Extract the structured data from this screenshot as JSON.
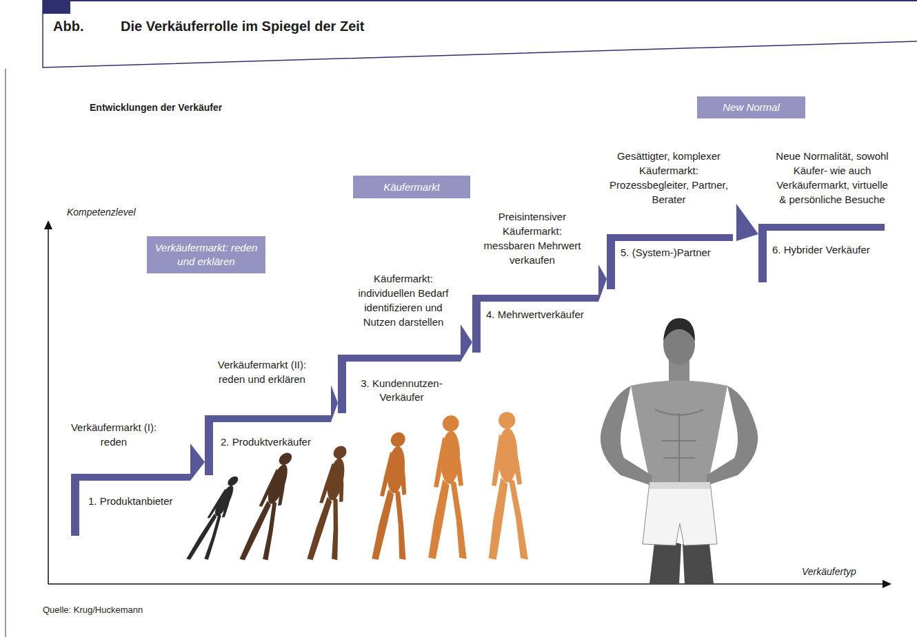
{
  "diagram": {
    "title": "Die Verkäuferrolle im Spiegel der Zeit",
    "caption": "Quelle: Krug/Huckemann",
    "nodes": [
      {
        "text": [
          "Verkäufermarkt (I): reden",
          "1. Produktanbieter"
        ]
      },
      {
        "text": [
          "Verkäufermarkt (II): reden und erklären",
          "2. Produktverkäufer"
        ]
      },
      {
        "text": [
          "Käufermarkt: individuellen Bedarf identifizieren und Nutzen darstellen",
          "3. Kundennutzen-Verkäufer"
        ]
      },
      {
        "text": [
          "Preisintensiver Käufermarkt: messbaren Mehrwert verkaufen",
          "4. Mehrwertverkäufer"
        ]
      },
      {
        "text": [
          "Gesättigter, komplexer Käufermarkt: Prozessbegleiter, Partner, Berater",
          "5. (System-)Partner"
        ]
      },
      {
        "text": [
          "Neue Normalität, sowohl Käufer- wie auch Verkäufermarkt, virtuelle & persönliche Besuche",
          "6. Hybrider Verkäufer"
        ]
      },
      {
        "text": [
          "Verkäufermarkt: reden und erklären"
        ]
      },
      {
        "text": [
          "Käufermarkt"
        ]
      },
      {
        "text": [
          "New Normal"
        ]
      }
    ],
    "edges": [
      {
        "from": 0,
        "to": 1,
        "arrow": "to"
      },
      {
        "from": 1,
        "to": 2,
        "arrow": "to"
      },
      {
        "from": 2,
        "to": 3,
        "arrow": "to"
      },
      {
        "from": 3,
        "to": 4,
        "arrow": "to"
      },
      {
        "from": 4,
        "to": 5,
        "arrow": "to"
      }
    ],
    "labels": [
      "Abb.",
      "Entwicklungen der Verkäufer",
      "Kompetenzlevel",
      "Verkäufertyp"
    ]
  }
}
